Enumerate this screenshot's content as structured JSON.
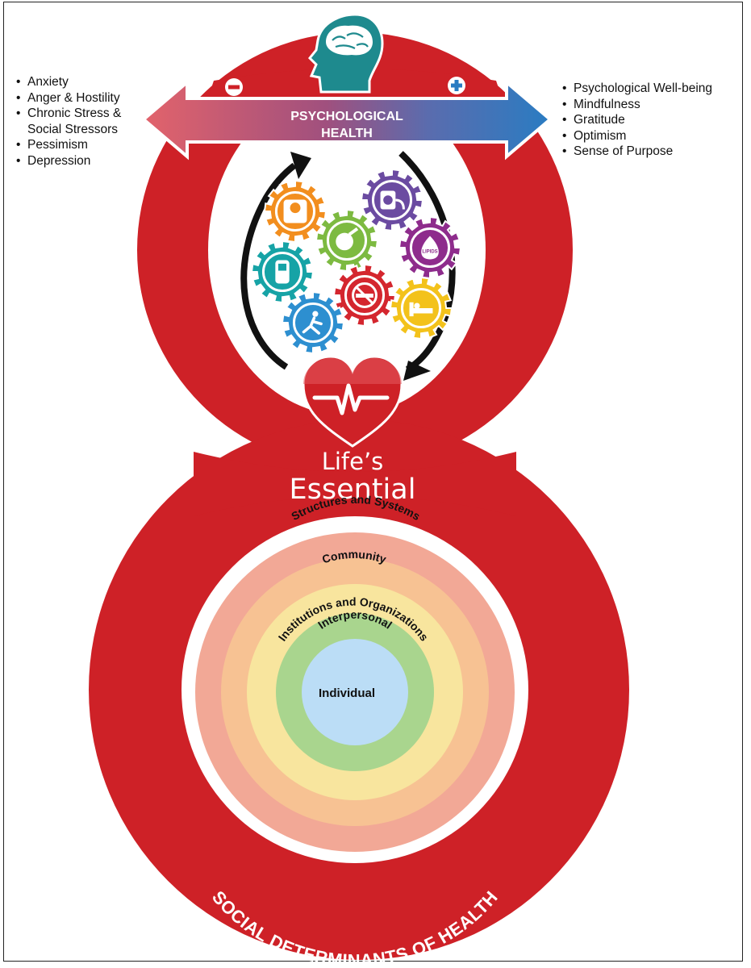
{
  "header": {
    "title_line1": "PSYCHOLOGICAL",
    "title_line2": "HEALTH",
    "minus_symbol": "−",
    "plus_symbol": "+"
  },
  "negative_factors": [
    "Anxiety",
    "Anger & Hostility",
    "Chronic Stress &",
    "Social Stressors",
    "Pessimism",
    "Depression"
  ],
  "positive_factors": [
    "Psychological Well-being",
    "Mindfulness",
    "Gratitude",
    "Optimism",
    "Sense of Purpose"
  ],
  "center": {
    "title_line1": "Life’s",
    "title_line2": "Essential",
    "gear_icons": [
      "scale-icon",
      "blood-pressure-icon",
      "healthy-food-icon",
      "lipids-icon",
      "glucose-meter-icon",
      "no-smoking-icon",
      "sleep-icon",
      "physical-activity-icon"
    ],
    "gear_lipids_label": "LIPIDS"
  },
  "rings": {
    "outer": "Structures and Systems",
    "ring2": "Community",
    "ring3": "Institutions and Organizations",
    "ring4": "Interpersonal",
    "core": "Individual"
  },
  "footer": {
    "arc_label": "SOCIAL DETERMINANTS OF HEALTH"
  },
  "colors": {
    "eight_red": "#CE2127",
    "arrow_left": "#E2636B",
    "arrow_right": "#2A7CC2",
    "head_teal": "#1E8A8E",
    "ring_outer": "#F2A896",
    "ring_community": "#F7C293",
    "ring_institutions": "#F8E59E",
    "ring_interpersonal": "#A9D58E",
    "ring_individual": "#BBDDF6"
  }
}
